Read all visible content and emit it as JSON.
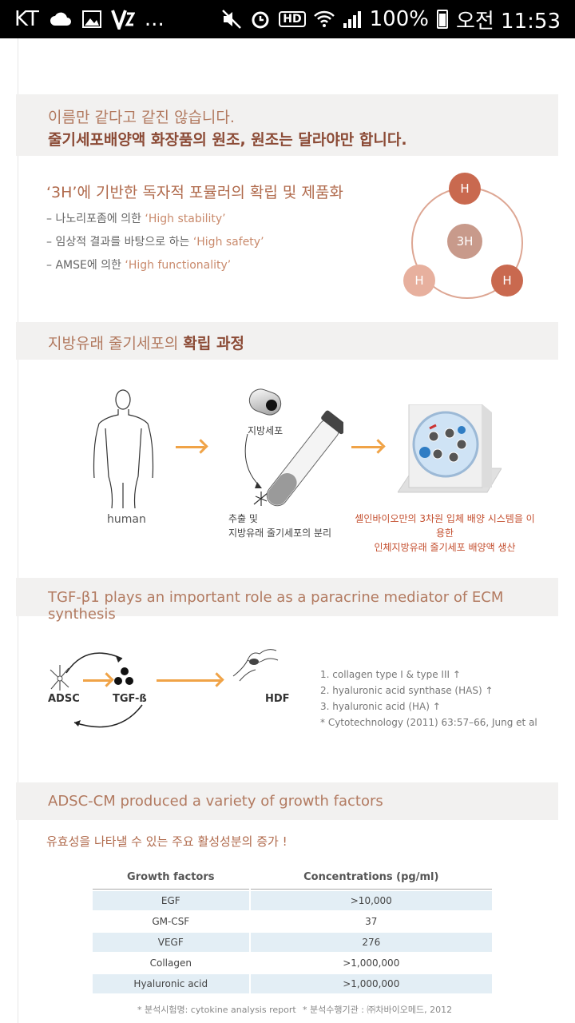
{
  "status_bar": {
    "carrier": "KT",
    "more": "...",
    "hd": "HD",
    "battery": "100%",
    "time": "오전 11:53"
  },
  "intro": {
    "line1": "이름만 같다고 같진 않습니다.",
    "line2": "줄기세포배양액 화장품의 원조, 원조는 달라야만 합니다."
  },
  "three_h": {
    "title": "‘3H’에 기반한 독자적 포뮬러의 확립 및 제품화",
    "items": [
      {
        "prefix": "– 나노리포좀에 의한 ",
        "emphasis": "‘High stability’"
      },
      {
        "prefix": "– 임상적 결과를 바탕으로 하는 ",
        "emphasis": "‘High safety’"
      },
      {
        "prefix": "– AMSE에 의한 ",
        "emphasis": "‘High functionality’"
      }
    ],
    "center_node": "3H",
    "node_top": "H",
    "node_left": "H",
    "node_right": "H",
    "colors": {
      "dark": "#c9694f",
      "light": "#e7b09e",
      "center": "#c89a8b"
    }
  },
  "process": {
    "title_prefix": "지방유래 줄기세포의 ",
    "title_bold": "확립 과정",
    "human_label": "human",
    "fat_cell_label": "지방세포",
    "extract_label_1": "추출 및",
    "extract_label_2": "지방유래 줄기세포의 분리",
    "culture_label_1": "셀인바이오만의 3차원 입체 배양 시스템을 이용한",
    "culture_label_2": "인체지방유래 줄기세포 배양액 생산"
  },
  "tgf": {
    "title": "TGF-β1 plays an important role as a paracrine mediator of ECM synthesis",
    "adsc": "ADSC",
    "tgfb": "TGF-ß",
    "hdf": "HDF",
    "list": [
      "1. collagen type I & type III ↑",
      "2. hyaluronic acid synthase (HAS) ↑",
      "3. hyaluronic acid (HA) ↑"
    ],
    "reference": "* Cytotechnology (2011) 63:57–66, Jung et al"
  },
  "growth": {
    "title": "ADSC-CM produced a variety of growth factors",
    "subtitle": "유효성을 나타낼 수 있는 주요 활성성분의 증가 !",
    "headers": [
      "Growth factors",
      "Concentrations (pg/ml)"
    ],
    "rows": [
      [
        "EGF",
        ">10,000"
      ],
      [
        "GM-CSF",
        "37"
      ],
      [
        "VEGF",
        "276"
      ],
      [
        "Collagen",
        ">1,000,000"
      ],
      [
        "Hyaluronic acid",
        ">1,000,000"
      ]
    ],
    "footnote_left": "* 분석시험명: cytokine analysis report",
    "footnote_right": "* 분석수행기관 : ㈜차바이오메드, 2012"
  }
}
